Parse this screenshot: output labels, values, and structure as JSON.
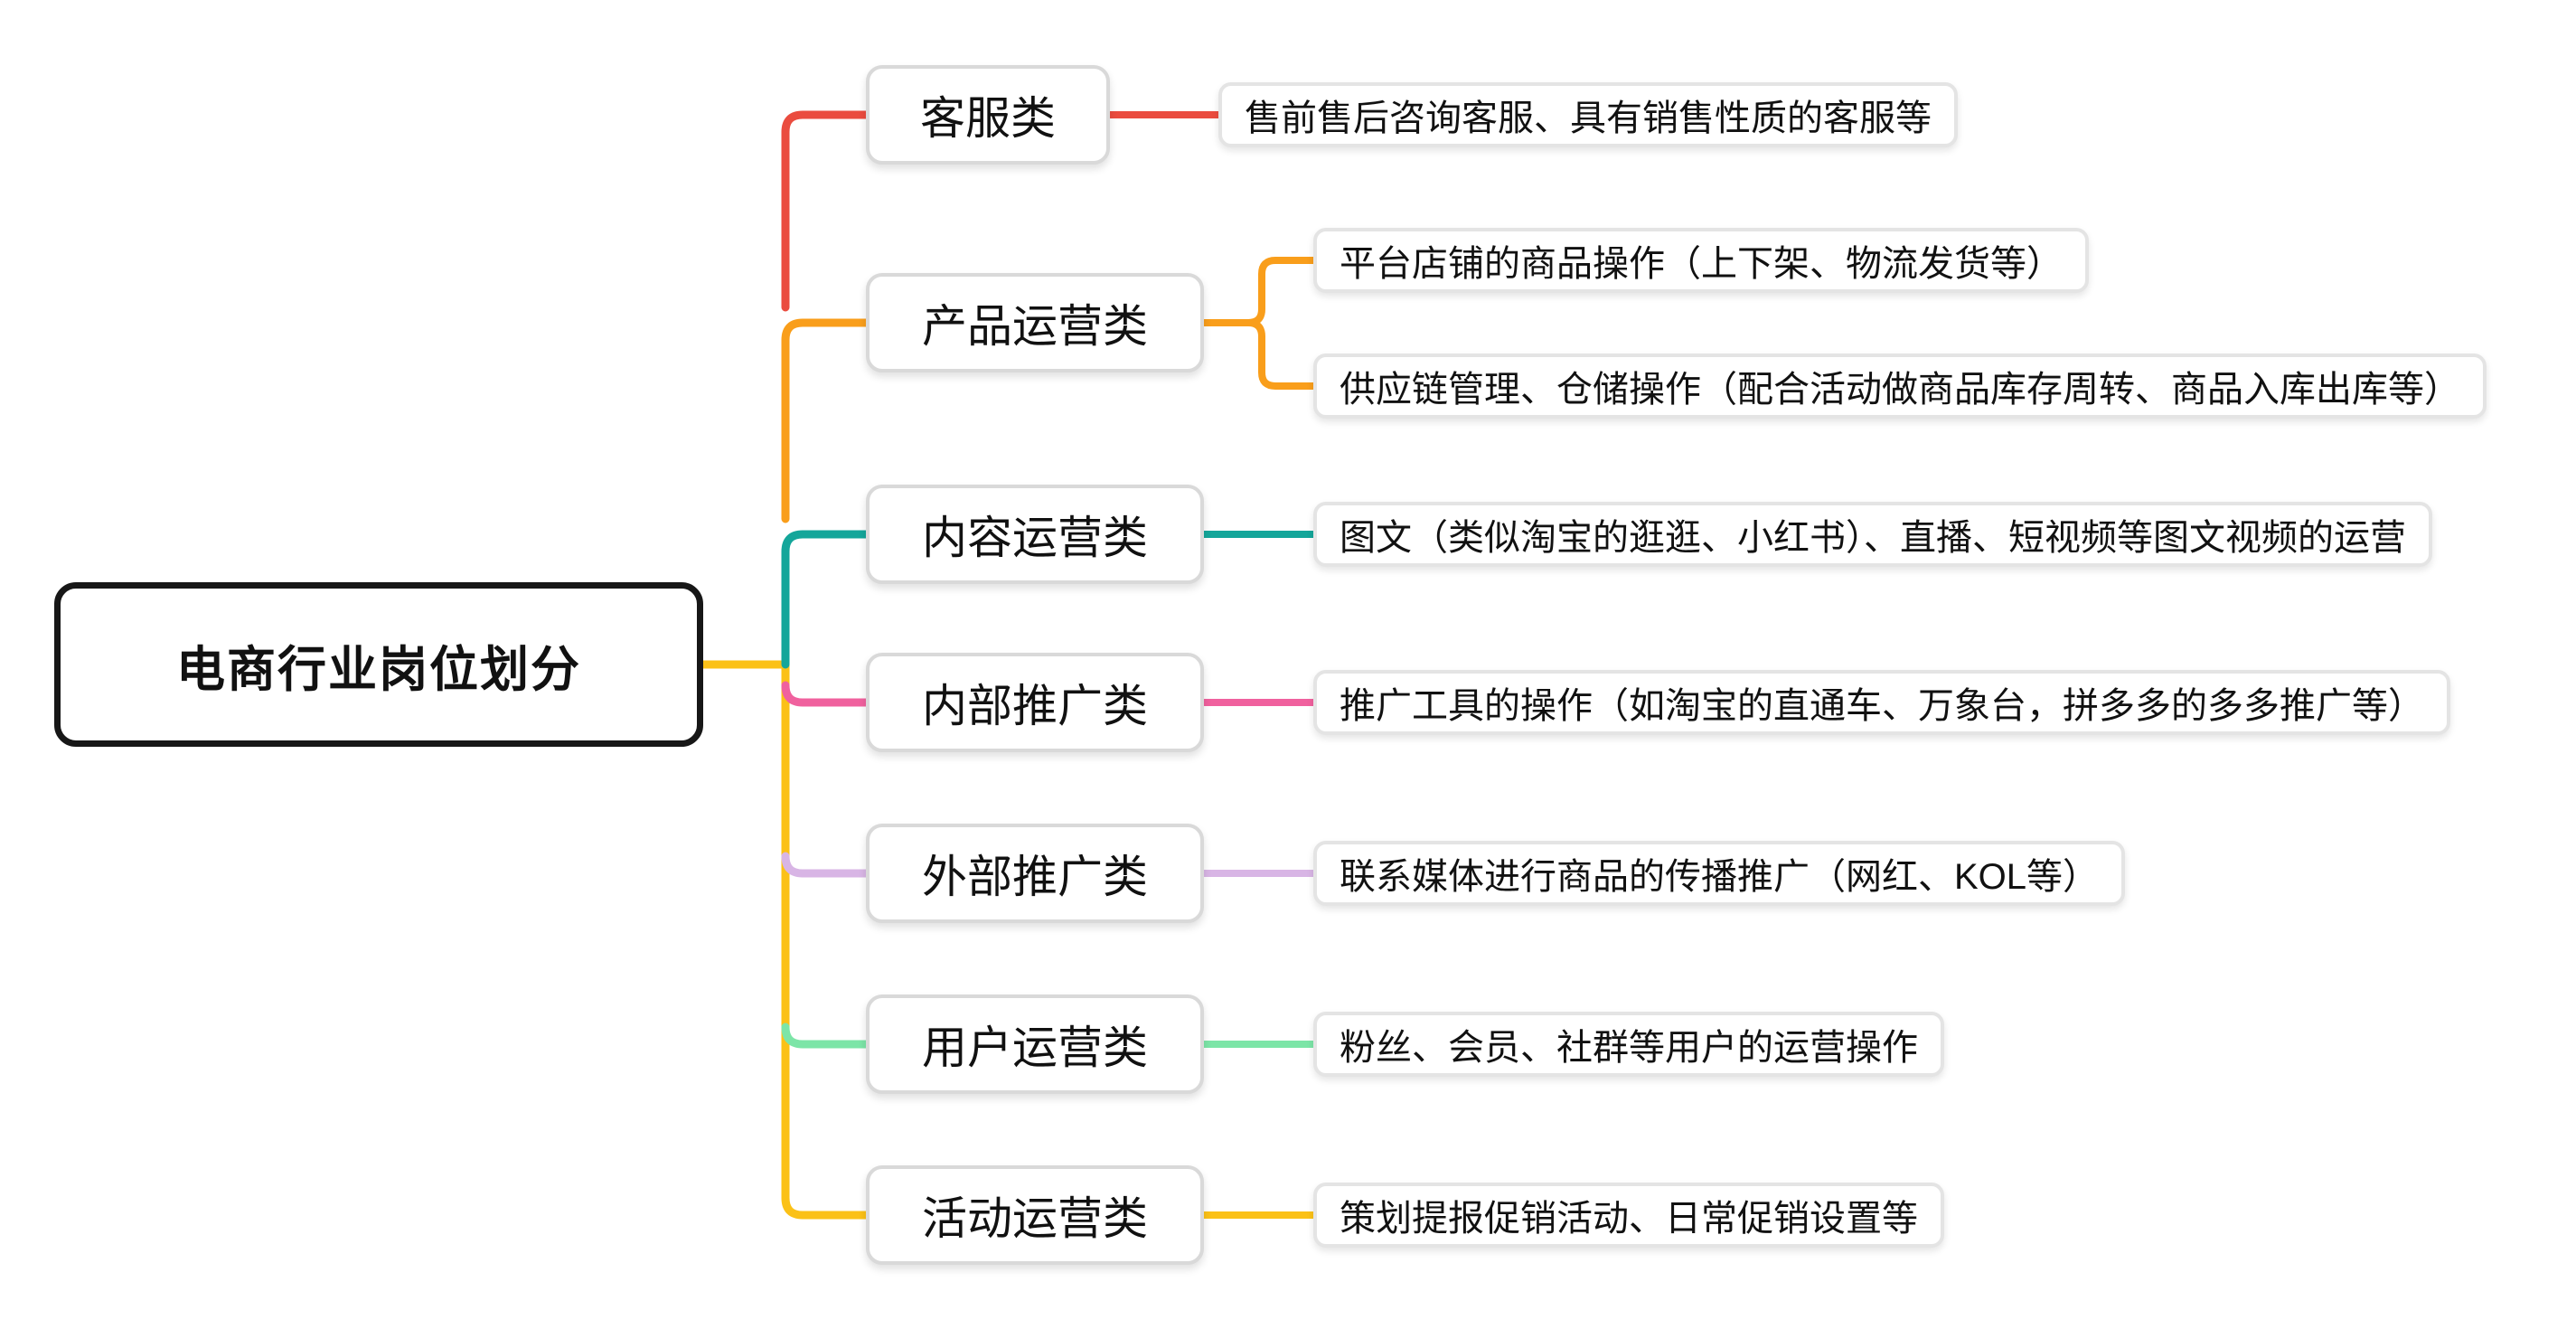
{
  "diagram_type": "mindmap",
  "root": {
    "label": "电商行业岗位划分"
  },
  "colors": {
    "trunk": "#FBC117",
    "root_border": "#171717",
    "node_border": "#D9D9D9",
    "child_border": "#E4E4E4",
    "text": "#111111",
    "background": "#FFFFFF"
  },
  "branches": [
    {
      "label": "客服类",
      "color": "#EA4C3F",
      "children": [
        {
          "text": "售前售后咨询客服、具有销售性质的客服等"
        }
      ]
    },
    {
      "label": "产品运营类",
      "color": "#F99E1B",
      "children": [
        {
          "text": "平台店铺的商品操作（上下架、物流发货等）"
        },
        {
          "text": "供应链管理、仓储操作（配合活动做商品库存周转、商品入库出库等）"
        }
      ]
    },
    {
      "label": "内容运营类",
      "color": "#14A69A",
      "children": [
        {
          "text": "图文（类似淘宝的逛逛、小红书）、直播、短视频等图文视频的运营"
        }
      ]
    },
    {
      "label": "内部推广类",
      "color": "#F0619E",
      "children": [
        {
          "text": "推广工具的操作（如淘宝的直通车、万象台，拼多多的多多推广等）"
        }
      ]
    },
    {
      "label": "外部推广类",
      "color": "#D8B5E5",
      "children": [
        {
          "text": "联系媒体进行商品的传播推广（网红、KOL等）"
        }
      ]
    },
    {
      "label": "用户运营类",
      "color": "#7CE5A7",
      "children": [
        {
          "text": "粉丝、会员、社群等用户的运营操作"
        }
      ]
    },
    {
      "label": "活动运营类",
      "color": "#FBC117",
      "children": [
        {
          "text": "策划提报促销活动、日常促销设置等"
        }
      ]
    }
  ]
}
